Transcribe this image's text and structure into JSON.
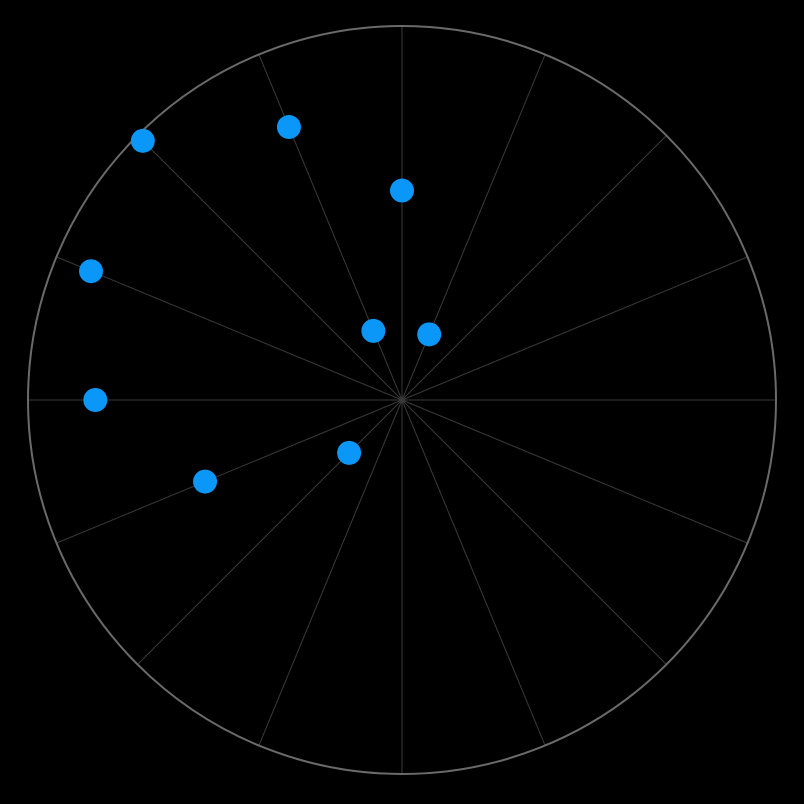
{
  "chart_data": {
    "type": "scatter",
    "coordinate_system": "polar",
    "angular_divisions": 16,
    "grid": true,
    "r_range": [
      0,
      1
    ],
    "points": [
      {
        "angle_deg": 0,
        "r": 0.56
      },
      {
        "angle_deg": 337.5,
        "r": 0.2
      },
      {
        "angle_deg": 292.5,
        "r": 0.9
      },
      {
        "angle_deg": 315,
        "r": 0.98
      },
      {
        "angle_deg": 225,
        "r": 0.2
      },
      {
        "angle_deg": 247.5,
        "r": 0.57
      },
      {
        "angle_deg": 270,
        "r": 0.82
      },
      {
        "angle_deg": 337.5,
        "r": 0.79
      },
      {
        "angle_deg": 22.5,
        "r": 0.19
      }
    ],
    "colors": {
      "background": "#000000",
      "marker": "#0a97f8",
      "outer_circle": "#6a6a6a",
      "spokes": "#3a3a3a"
    }
  }
}
